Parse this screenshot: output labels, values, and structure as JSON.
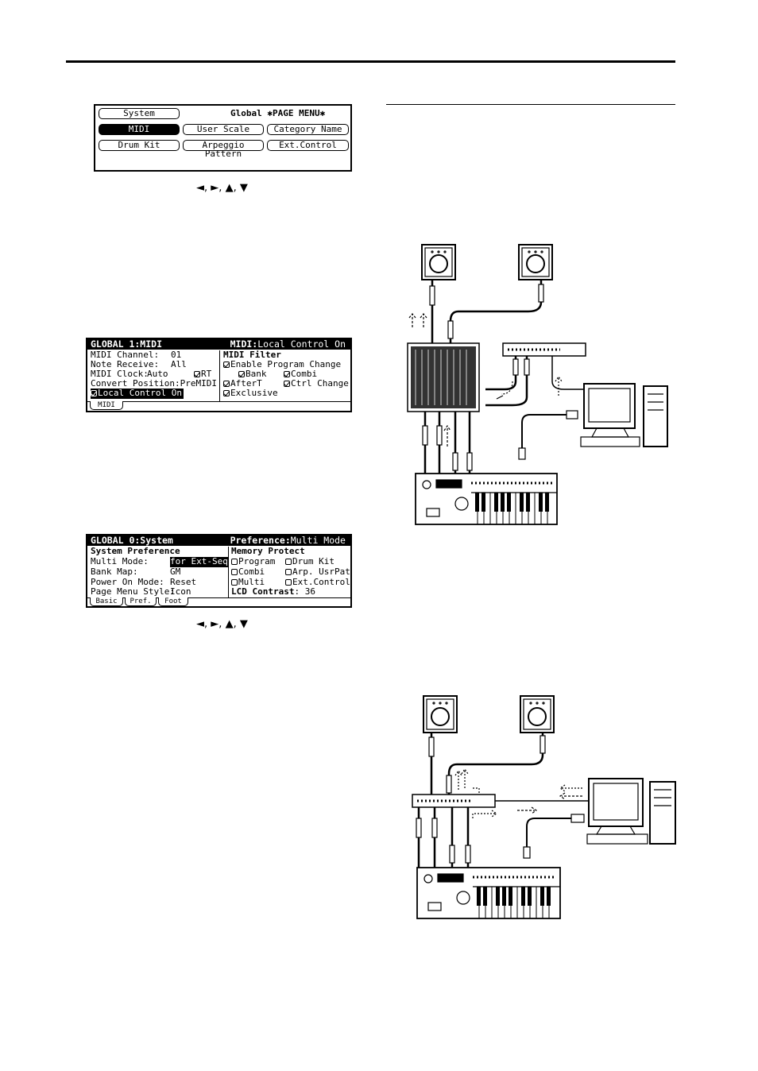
{
  "page_menu": {
    "title": "Global ✱PAGE MENU✱",
    "buttons": {
      "system": "System",
      "midi": "MIDI",
      "user_scale": "User Scale",
      "category_name": "Category Name",
      "drum_kit": "Drum Kit",
      "arpeggio_pattern": "Arpeggio Pattern",
      "ext_control": "Ext.Control"
    }
  },
  "nav_arrows": {
    "left": "◄",
    "right": "►",
    "up": "▲",
    "down": "▼",
    "sep": ","
  },
  "midi_screen": {
    "header_left": "GLOBAL 1:MIDI",
    "header_right_bold": "MIDI:",
    "header_right_value": "Local Control On",
    "midi_channel_label": "MIDI Channel:",
    "midi_channel_value": "01",
    "note_receive_label": "Note Receive:",
    "note_receive_value": "All",
    "midi_clock_label": "MIDI Clock:",
    "midi_clock_value": "Auto",
    "rt_label": "RT",
    "convert_position_label": "Convert Position:",
    "convert_position_value": "PreMIDI",
    "local_control": "Local Control On",
    "filter_title": "MIDI Filter",
    "enable_program_change": "Enable Program Change",
    "bank": "Bank",
    "combi": "Combi",
    "after_t": "AfterT",
    "ctrl_change": "Ctrl Change",
    "exclusive": "Exclusive",
    "tab": "MIDI"
  },
  "system_screen": {
    "header_left": "GLOBAL 0:System",
    "header_right_bold": "Preference:",
    "header_right_value": "Multi Mode",
    "section_left": "System Preference",
    "multi_mode_label": "Multi Mode:",
    "multi_mode_value": "for Ext-Seq",
    "bank_map_label": "Bank Map:",
    "bank_map_value": "GM",
    "power_on_label": "Power On Mode:",
    "power_on_value": "Reset",
    "page_menu_style_label": "Page Menu Style:",
    "page_menu_style_value": "Icon",
    "section_right": "Memory Protect",
    "program": "Program",
    "drum_kit": "Drum Kit",
    "combi": "Combi",
    "arp_usrpat": "Arp. UsrPat",
    "multi": "Multi",
    "ext_control": "Ext.Control",
    "lcd_contrast_label": "LCD Contrast",
    "lcd_contrast_value": ": 36",
    "tabs": [
      "Basic",
      "Pref.",
      "Foot"
    ]
  }
}
